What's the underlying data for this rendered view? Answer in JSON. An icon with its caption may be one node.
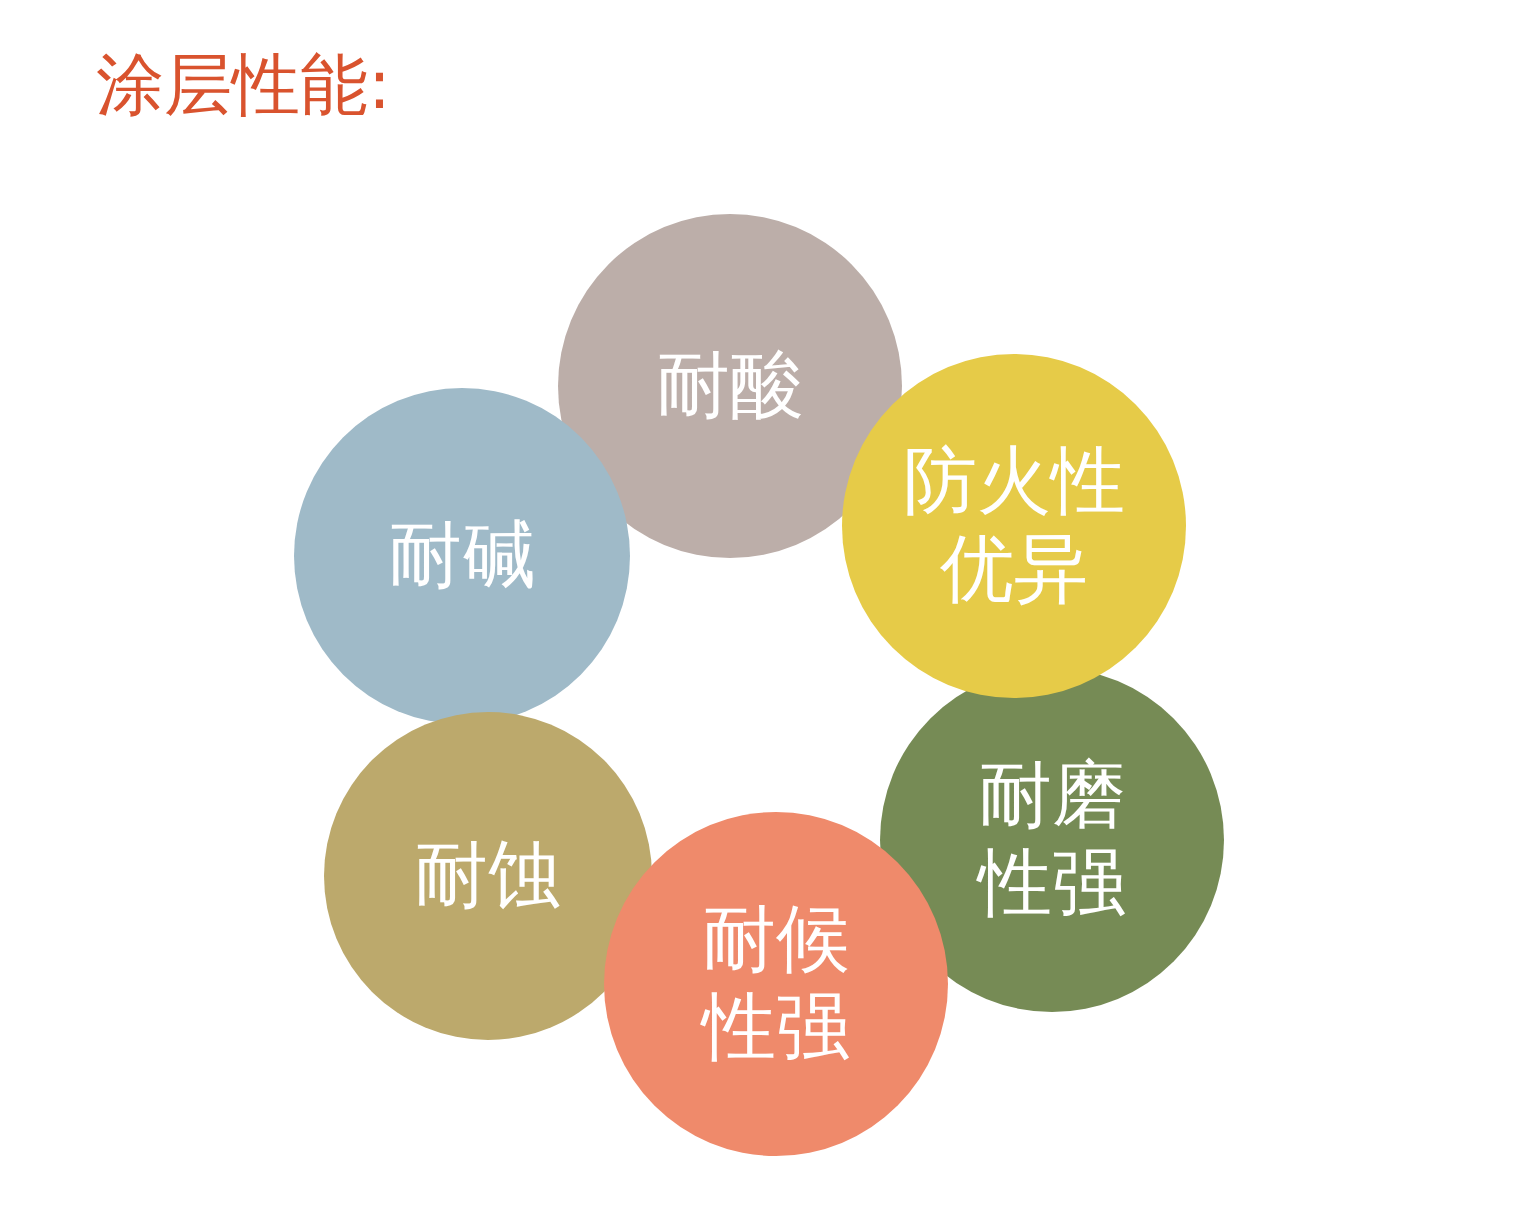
{
  "diagram": {
    "title": "涂层性能:",
    "nodes": [
      {
        "text": [
          "耐酸"
        ]
      },
      {
        "text": [
          "防火性优异"
        ]
      },
      {
        "text": [
          "耐碱"
        ]
      },
      {
        "text": [
          "耐磨性强"
        ]
      },
      {
        "text": [
          "耐蚀"
        ]
      },
      {
        "text": [
          "耐候性强"
        ]
      }
    ]
  }
}
